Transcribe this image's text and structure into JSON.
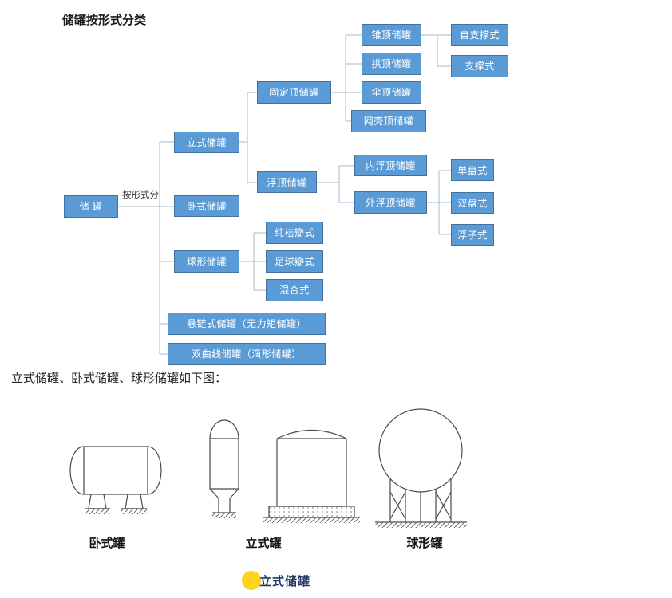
{
  "page": {
    "title": "储罐按形式分类",
    "caption": "立式储罐、卧式储罐、球形储罐如下图：",
    "footer_label": "立式储罐"
  },
  "tree": {
    "root_label": "储 罐",
    "edge_label": "按形式分",
    "nodes": {
      "vertical": "立式储罐",
      "horizontal": "卧式储罐",
      "spherical": "球形储罐",
      "catenary": "悬链式储罐（无力矩储罐）",
      "hyperbolic": "双曲线储罐（滴形储罐）",
      "fixed_roof": "固定顶储罐",
      "floating_roof": "浮顶储罐",
      "cone_roof": "锥顶储罐",
      "dome_roof": "拱顶储罐",
      "umbrella_roof": "伞顶储罐",
      "mesh_shell_roof": "网壳顶储罐",
      "self_supporting": "自支撑式",
      "supported": "支撑式",
      "internal_floating_roof": "内浮顶储罐",
      "external_floating_roof": "外浮顶储罐",
      "single_deck": "单盘式",
      "double_deck": "双盘式",
      "float_type": "浮子式",
      "orange_petal": "纯桔瓣式",
      "football_petal": "足球瓣式",
      "mixed": "混合式"
    }
  },
  "figures": {
    "horizontal_tank_label": "卧式罐",
    "vertical_tank_label": "立式罐",
    "spherical_tank_label": "球形罐"
  },
  "colors": {
    "node_fill": "#5B9BD5",
    "node_border": "#41719C",
    "connector": "#A3B8CC",
    "drawing_stroke": "#4A4A4A",
    "footer_bullet": "#FFD41F",
    "footer_text": "#203864"
  }
}
